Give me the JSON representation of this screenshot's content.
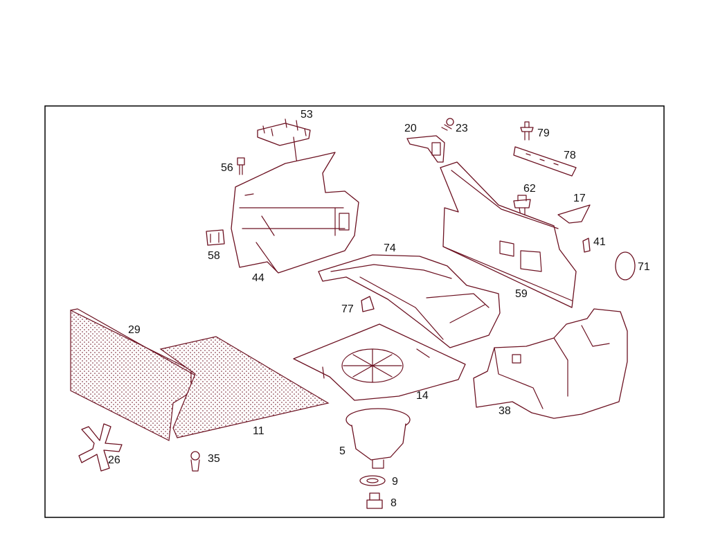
{
  "diagram": {
    "colors": {
      "line": "#6b1020",
      "frame": "#000000",
      "background": "#ffffff"
    },
    "callouts": [
      {
        "id": "53",
        "label": "53"
      },
      {
        "id": "56",
        "label": "56"
      },
      {
        "id": "58",
        "label": "58"
      },
      {
        "id": "44",
        "label": "44"
      },
      {
        "id": "74",
        "label": "74"
      },
      {
        "id": "20",
        "label": "20"
      },
      {
        "id": "23",
        "label": "23"
      },
      {
        "id": "79",
        "label": "79"
      },
      {
        "id": "78",
        "label": "78"
      },
      {
        "id": "62",
        "label": "62"
      },
      {
        "id": "17",
        "label": "17"
      },
      {
        "id": "41",
        "label": "41"
      },
      {
        "id": "71",
        "label": "71"
      },
      {
        "id": "59",
        "label": "59"
      },
      {
        "id": "77",
        "label": "77"
      },
      {
        "id": "29",
        "label": "29"
      },
      {
        "id": "11",
        "label": "11"
      },
      {
        "id": "14",
        "label": "14"
      },
      {
        "id": "38",
        "label": "38"
      },
      {
        "id": "26",
        "label": "26"
      },
      {
        "id": "35",
        "label": "35"
      },
      {
        "id": "5",
        "label": "5"
      },
      {
        "id": "9",
        "label": "9"
      },
      {
        "id": "8",
        "label": "8"
      }
    ]
  }
}
